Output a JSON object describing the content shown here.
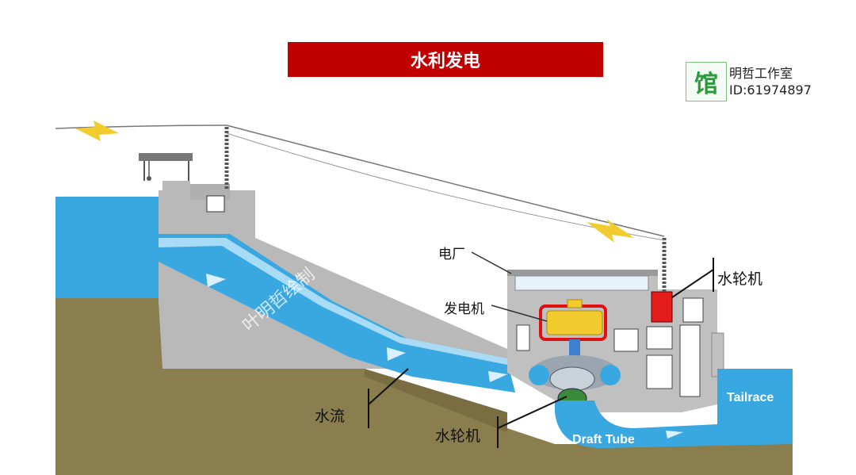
{
  "title": "水利发电",
  "watermark_badge": "馆",
  "studio": {
    "name": "明哲工作室",
    "id": "ID:61974897"
  },
  "labels": {
    "power_plant": "电厂",
    "generator": "发电机",
    "turbine_top": "水轮机",
    "turbine_bottom": "水轮机",
    "water_flow": "水流",
    "tailrace": "Tailrace",
    "draft_tube": "Draft Tube"
  },
  "diagram_watermark": "叶明哲绘制",
  "colors": {
    "title_bg": "#c00000",
    "water": "#3aa8e0",
    "water_light": "#a8dcf6",
    "concrete": "#b9b9b9",
    "ground": "#8a7d4e",
    "generator_outline": "#e01010",
    "turbine_block": "#e51c1c"
  }
}
